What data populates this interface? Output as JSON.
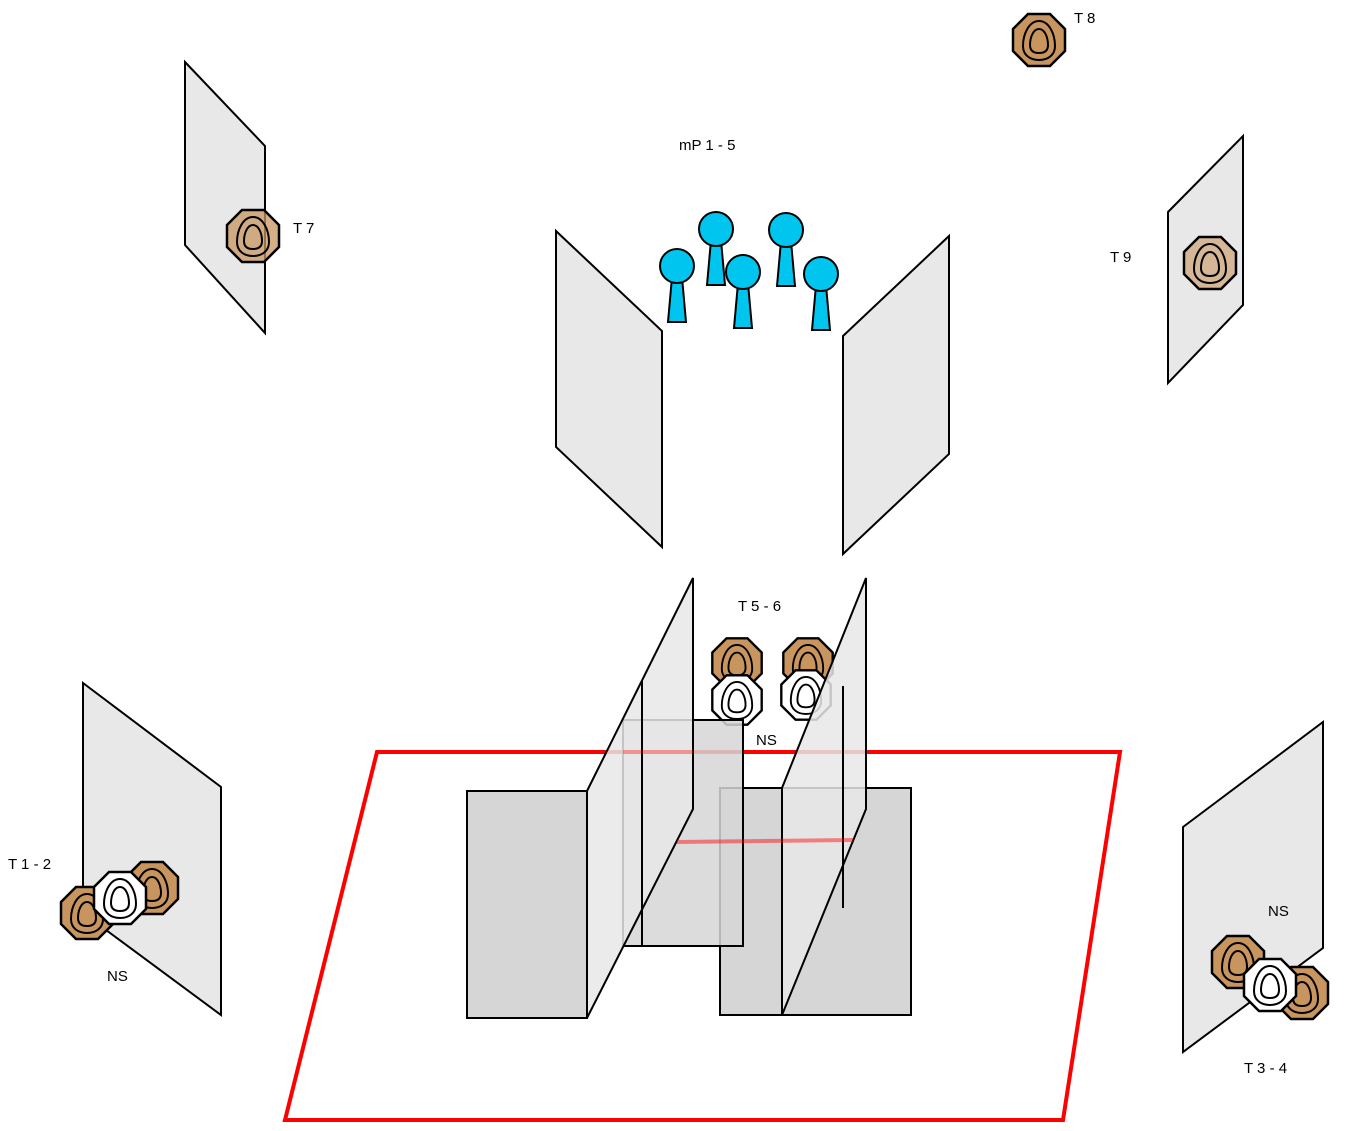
{
  "colors": {
    "wall_fill": "#e8e8e8",
    "wall_stroke": "#000000",
    "box_fill": "#d6d6d6",
    "shoot_target": "#c8955f",
    "no_shoot": "#ffffff",
    "popper": "#00c5ee",
    "fault_line": "#ff0000"
  },
  "labels": {
    "t1_2": "T 1 - 2",
    "ns_left": "NS",
    "t3_4": "T 3 - 4",
    "ns_right": "NS",
    "t5_6": "T  5 - 6",
    "ns_center": "NS",
    "t7": "T  7",
    "t8": "T 8",
    "t9": "T  9",
    "mp": "mP 1 - 5"
  },
  "icons": {
    "shoot_target": "octagon-target-icon",
    "no_shoot": "no-shoot-target-icon",
    "popper": "popper-icon"
  }
}
